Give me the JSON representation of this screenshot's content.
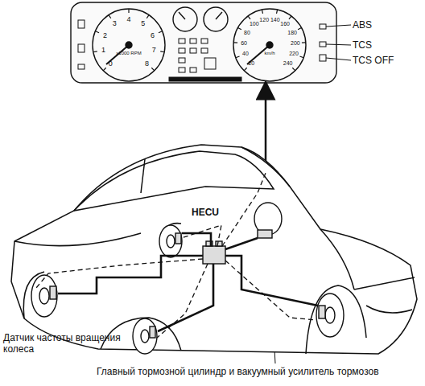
{
  "diagram": {
    "labels": [
      "HECU",
      "ABS",
      "TCS",
      "TCS OFF",
      "Датчик частоты вращения колеса",
      "Главный тормозной цилиндр и вакуумный усилитель тормозов",
      "0",
      "1",
      "2",
      "3",
      "4",
      "5",
      "6",
      "7",
      "8",
      "x1000 RPM",
      "20",
      "40",
      "60",
      "80",
      "100",
      "120",
      "140",
      "160",
      "180",
      "200",
      "220",
      "240",
      "km/h"
    ]
  }
}
